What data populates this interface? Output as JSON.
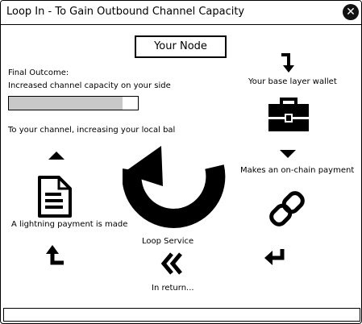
{
  "window": {
    "title": "Loop In - To Gain Outbound Channel Capacity",
    "close_glyph": "✕"
  },
  "node": {
    "label": "Your Node"
  },
  "outcome": {
    "label": "Final Outcome:",
    "description": "Increased channel capacity on your side",
    "progress_fraction": 0.88
  },
  "steps": {
    "wallet": "Your base layer wallet",
    "onchain": "Makes an on-chain payment",
    "in_return": "In return...",
    "loop_service": "Loop Service",
    "lightning": "A lightning payment is made",
    "to_channel": "To your channel, increasing your local bal"
  },
  "icons": [
    "turn-down-arrow-icon",
    "briefcase-icon",
    "triangle-down-icon",
    "link-icon",
    "return-arrow-icon",
    "double-chevron-left-icon",
    "turn-up-arrow-icon",
    "document-icon",
    "triangle-up-icon",
    "circular-arrow-icon"
  ],
  "colors": {
    "ink": "#000000",
    "progress_fill": "#c8c8c8"
  }
}
